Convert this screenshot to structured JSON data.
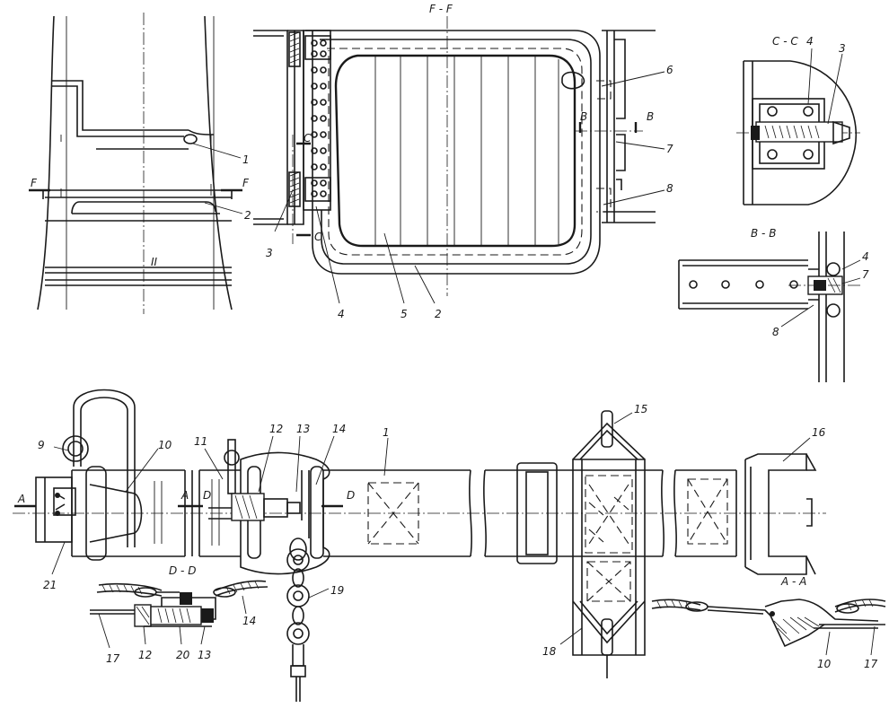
{
  "sections": {
    "ff": "F - F",
    "cc": "C - C",
    "bb": "B - B",
    "dd": "D - D",
    "aa": "A - A"
  },
  "view_marks": {
    "f_left": "F",
    "f_right": "F",
    "c_top": "C",
    "c_bottom": "C",
    "b_left": "B",
    "b_right": "B",
    "d_left": "D",
    "d_right": "D",
    "a_left": "A",
    "a_right": "A",
    "roman_ii": "II"
  },
  "callouts": {
    "c1_top": "1",
    "c2_top": "2",
    "c3_ff": "3",
    "c4_ff": "4",
    "c5_ff": "5",
    "c2_ff": "2",
    "c6": "6",
    "c7": "7",
    "c8": "8",
    "c4_cc": "4",
    "c3_cc": "3",
    "c4_bb": "4",
    "c7_bb": "7",
    "c8_bb": "8",
    "c9": "9",
    "c10": "10",
    "c11": "11",
    "c12": "12",
    "c13": "13",
    "c14": "14",
    "c1_strap": "1",
    "c15": "15",
    "c16": "16",
    "c21": "21",
    "c19": "19",
    "c18": "18",
    "c14_dd": "14",
    "c17_dd": "17",
    "c12_dd": "12",
    "c20": "20",
    "c13_dd": "13",
    "c10_aa": "10",
    "c17_aa": "17"
  }
}
